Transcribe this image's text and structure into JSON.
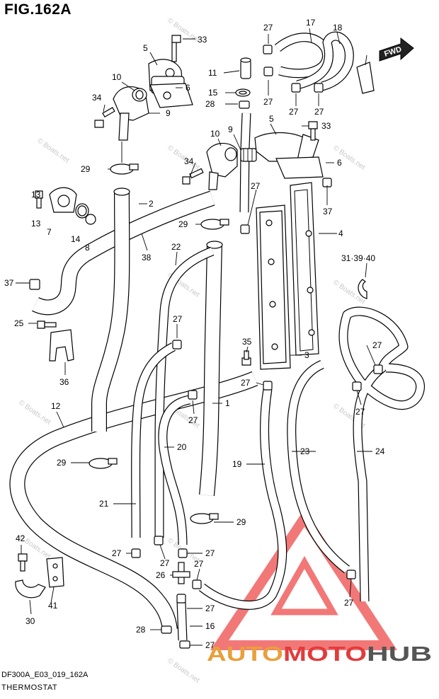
{
  "figure": {
    "title": "FIG.162A",
    "code": "DF300A_E03_019_162A",
    "subtitle": "THERMOSTAT"
  },
  "direction_badge": {
    "label": "FWD",
    "icon": "forward-arrow-icon"
  },
  "watermark": {
    "text": "© Boats.net",
    "color": "#c8c8c8"
  },
  "brand": {
    "part1": "AUTO",
    "part2": "MOTO",
    "part3": "HUB",
    "colors": {
      "auto": "#e8a03a",
      "moto": "#e23b3b",
      "hub": "#555555",
      "triangle": "#f06060"
    }
  },
  "callouts": {
    "c1": "1",
    "c2": "2",
    "c3": "3",
    "c4": "4",
    "c5a": "5",
    "c5b": "5",
    "c6a": "6",
    "c6b": "6",
    "c7": "7",
    "c8": "8",
    "c9a": "9",
    "c9b": "9",
    "c10a": "10",
    "c10b": "10",
    "c11": "11",
    "c12": "12",
    "c13": "13",
    "c14": "14",
    "c15": "15",
    "c16": "16",
    "c17": "17",
    "c18": "18",
    "c19": "19",
    "c20": "20",
    "c21": "21",
    "c22": "22",
    "c23": "23",
    "c24": "24",
    "c25": "25",
    "c26": "26",
    "c27a": "27",
    "c27b": "27",
    "c27c": "27",
    "c27d": "27",
    "c27e": "27",
    "c27f": "27",
    "c27g": "27",
    "c27h": "27",
    "c27i": "27",
    "c27j": "27",
    "c27k": "27",
    "c27l": "27",
    "c27m": "27",
    "c27n": "27",
    "c27o": "27",
    "c27p": "27",
    "c27q": "27",
    "c27r": "27",
    "c28a": "28",
    "c28b": "28",
    "c29a": "29",
    "c29b": "29",
    "c29c": "29",
    "c29d": "29",
    "c30": "30",
    "c31": "31·39·40",
    "c33a": "33",
    "c33b": "33",
    "c34a": "34",
    "c34b": "34",
    "c35": "35",
    "c36": "36",
    "c37a": "37",
    "c37b": "37",
    "c38": "38",
    "c41": "41",
    "c42": "42"
  }
}
